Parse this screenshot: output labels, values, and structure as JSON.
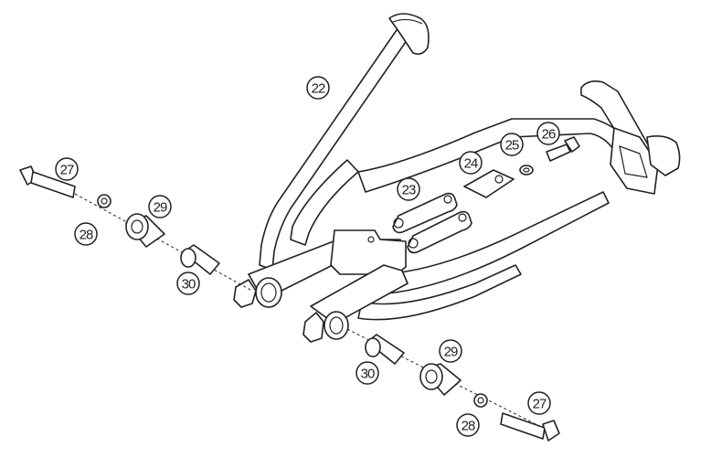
{
  "diagram": {
    "highlight_color": "#e07020",
    "line_color": "#222222",
    "callouts": [
      {
        "id": "c22",
        "label": "22",
        "highlighted": false
      },
      {
        "id": "c23",
        "label": "23",
        "highlighted": true
      },
      {
        "id": "c24",
        "label": "24",
        "highlighted": false
      },
      {
        "id": "c25",
        "label": "25",
        "highlighted": false
      },
      {
        "id": "c26",
        "label": "26",
        "highlighted": false
      },
      {
        "id": "c27a",
        "label": "27",
        "highlighted": false
      },
      {
        "id": "c28a",
        "label": "28",
        "highlighted": false
      },
      {
        "id": "c29a",
        "label": "29",
        "highlighted": false
      },
      {
        "id": "c30a",
        "label": "30",
        "highlighted": false
      },
      {
        "id": "c30b",
        "label": "30",
        "highlighted": false
      },
      {
        "id": "c29b",
        "label": "29",
        "highlighted": false
      },
      {
        "id": "c28b",
        "label": "28",
        "highlighted": false
      },
      {
        "id": "c27b",
        "label": "27",
        "highlighted": false
      }
    ]
  }
}
